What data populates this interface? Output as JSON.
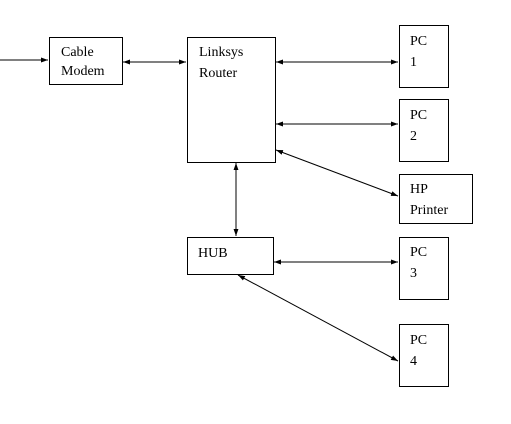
{
  "nodes": {
    "cable_modem": {
      "line1": "Cable",
      "line2": "Modem"
    },
    "router": {
      "line1": "Linksys",
      "line2": "Router"
    },
    "pc1": {
      "line1": "PC",
      "line2": "1"
    },
    "pc2": {
      "line1": "PC",
      "line2": "2"
    },
    "printer": {
      "line1": "HP",
      "line2": "Printer"
    },
    "hub": {
      "line1": "HUB"
    },
    "pc3": {
      "line1": "PC",
      "line2": "3"
    },
    "pc4": {
      "line1": "PC",
      "line2": "4"
    }
  }
}
